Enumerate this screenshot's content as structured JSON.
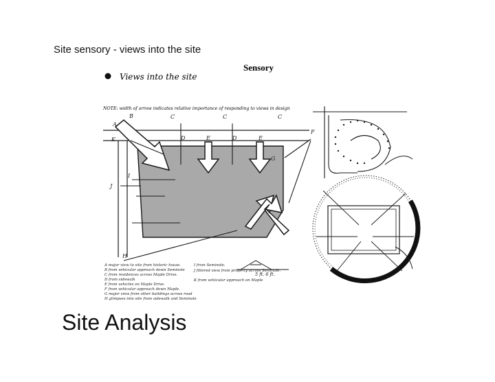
{
  "slide": {
    "title": "Site sensory - views into the site",
    "footer": "Site Analysis"
  },
  "plate": {
    "heading": "Sensory",
    "bullet_text": "Views into the site",
    "note": "NOTE: width of arrow indicates relative importance of responding to views in design",
    "arrow_labels": [
      "A",
      "B",
      "C",
      "C",
      "C",
      "D",
      "D",
      "E",
      "E",
      "F",
      "G",
      "H",
      "I",
      "J",
      "K"
    ],
    "legend_left": [
      "A major view to site from historic house.",
      "B from vehicular approach down Seminole",
      "C from residences across Maple Drive.",
      "D from sidewalk",
      "E from vehicles on Maple Drive.",
      "F from vehicular approach down Maple.",
      "G major view from other buildings across road",
      "H glimpses into site from sidewalk and Seminole"
    ],
    "legend_right": [
      "I from Seminole.",
      "J filtered view from property across Seminole.",
      "K from vehicular approach on Maple"
    ],
    "section_label": "5 ft. 6 ft."
  },
  "colors": {
    "site_fill": "#a9a9a9",
    "ink": "#1a1a1a"
  }
}
